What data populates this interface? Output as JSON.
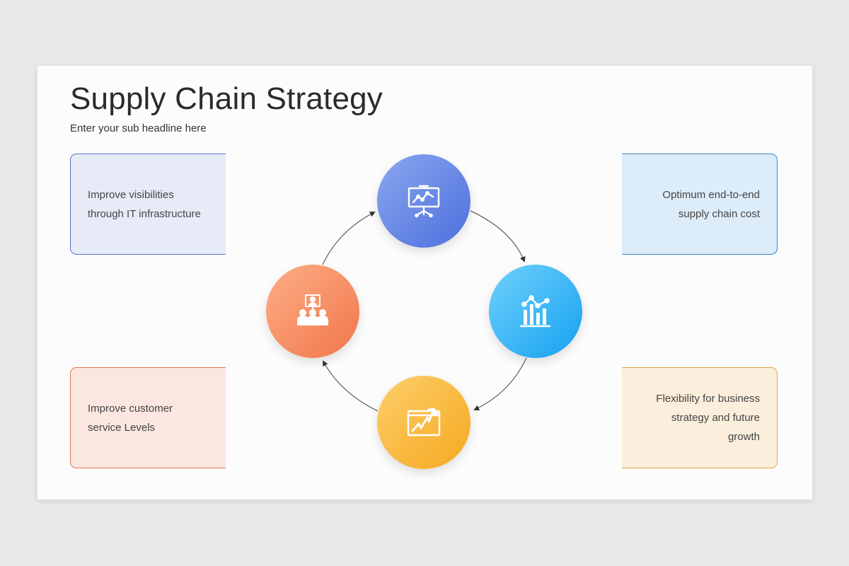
{
  "slide": {
    "title": "Supply Chain Strategy",
    "subtitle": "Enter your sub headline here"
  },
  "cards": {
    "top_left": {
      "lines": [
        "Improve visibilities",
        "through IT infrastructure"
      ],
      "accent": "#5b74cc"
    },
    "top_right": {
      "lines": [
        "Optimum end-to-end",
        "supply chain cost"
      ],
      "accent": "#3b86c5"
    },
    "bottom_left": {
      "lines": [
        "Improve customer",
        "service Levels"
      ],
      "accent": "#e0774d"
    },
    "bottom_right": {
      "lines": [
        "Flexibility for business",
        "strategy and future",
        "growth"
      ],
      "accent": "#e0a245"
    }
  },
  "cycle": {
    "nodes": [
      {
        "id": "top",
        "icon": "presentation-board-icon",
        "color": "#5b7ae3"
      },
      {
        "id": "right",
        "icon": "bar-line-chart-icon",
        "color": "#1aa6f2"
      },
      {
        "id": "bottom",
        "icon": "growth-arrow-window-icon",
        "color": "#f7ae2a"
      },
      {
        "id": "left",
        "icon": "team-meeting-icon",
        "color": "#f37b4f"
      }
    ],
    "direction": "clockwise"
  }
}
